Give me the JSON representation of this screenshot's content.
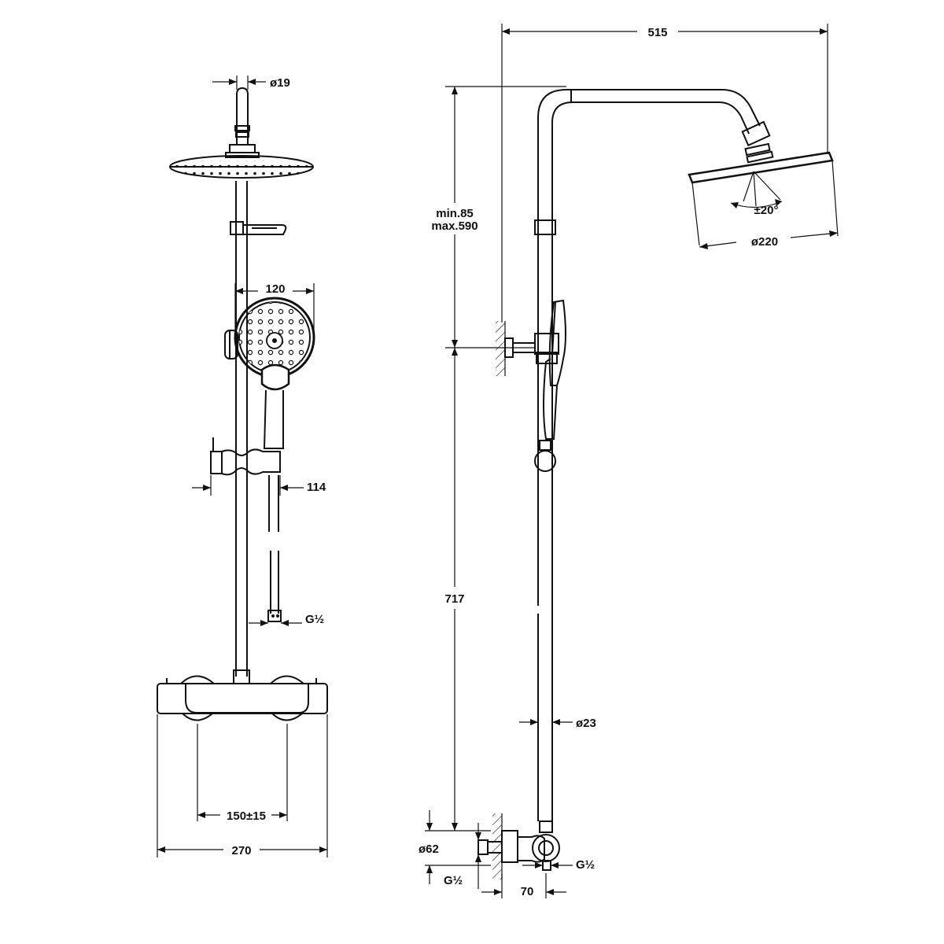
{
  "diagram": {
    "front_view": {
      "dimensions": {
        "arm_pipe_diameter": "ø19",
        "hand_shower_width": "120",
        "slider_offset": "114",
        "hose_outlet_thread": "G½",
        "inlet_centers": "150±15",
        "overall_width": "270"
      }
    },
    "side_view": {
      "dimensions": {
        "arm_projection": "515",
        "height_adjust_min": "min.85",
        "height_adjust_max": "max.590",
        "head_tilt": "±20°",
        "head_diameter": "ø220",
        "column_height": "717",
        "riser_diameter": "ø23",
        "valve_body_diameter": "ø62",
        "inlet_thread": "G½",
        "outlet_thread": "G½",
        "wall_to_riser": "70"
      }
    }
  }
}
